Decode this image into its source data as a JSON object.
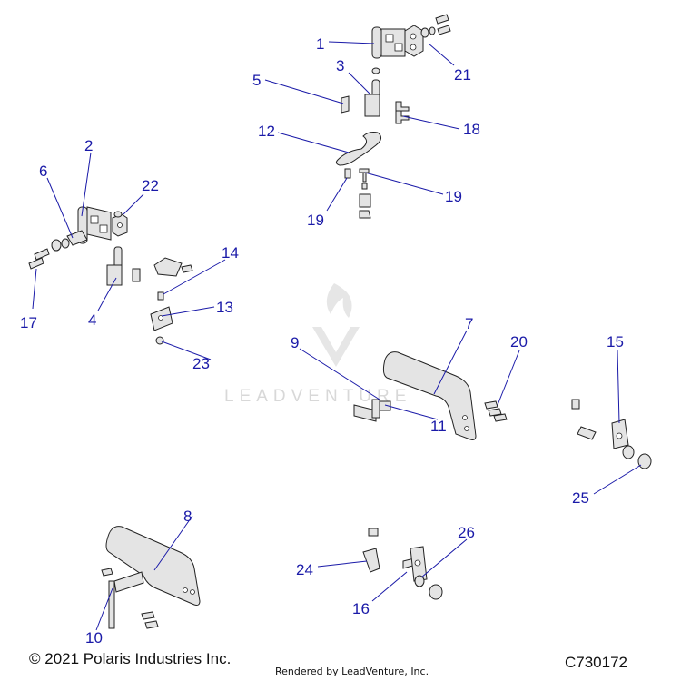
{
  "footer": {
    "copyright": "© 2021 Polaris Industries Inc.",
    "rendered_by": "Rendered by LeadVenture, Inc.",
    "figure_code": "C730172"
  },
  "watermark": {
    "text": "LEADVENTURE"
  },
  "callouts": {
    "c1": "1",
    "c2": "2",
    "c3": "3",
    "c4": "4",
    "c5": "5",
    "c6": "6",
    "c7": "7",
    "c8": "8",
    "c9": "9",
    "c10": "10",
    "c11": "11",
    "c12": "12",
    "c13": "13",
    "c14": "14",
    "c15": "15",
    "c16": "16",
    "c17": "17",
    "c18": "18",
    "c19a": "19",
    "c19b": "19",
    "c20": "20",
    "c21": "21",
    "c22": "22",
    "c23": "23",
    "c24": "24",
    "c25": "25",
    "c26": "26"
  },
  "colors": {
    "callout": "#1a1aa8",
    "part_fill": "#e4e4e4",
    "outline": "#222222"
  }
}
